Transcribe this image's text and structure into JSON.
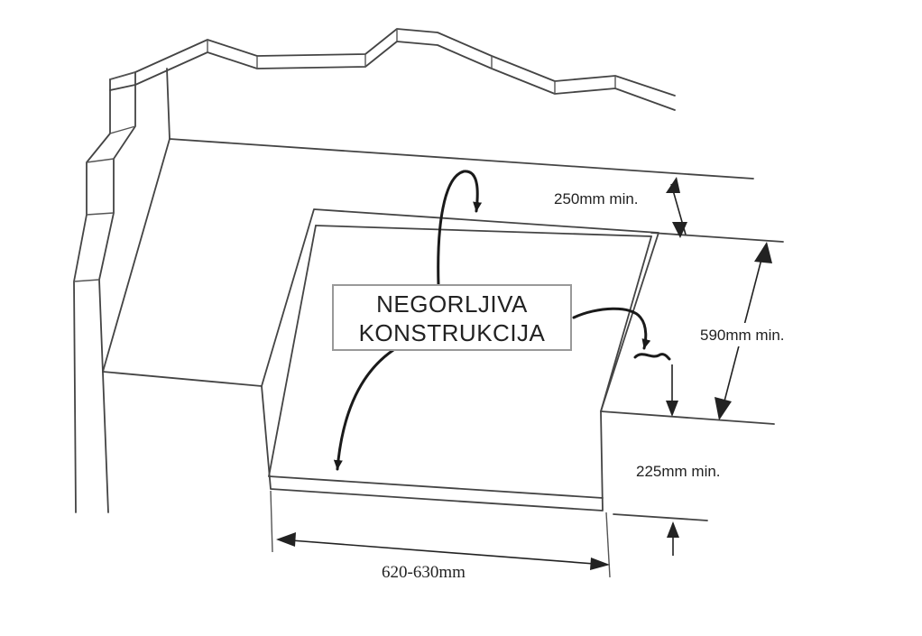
{
  "diagram": {
    "callout": {
      "line1": "NEGORLJIVA",
      "line2": "KONSTRUKCIJA"
    },
    "dimensions": {
      "back_clearance": "250mm min.",
      "depth": "590mm min.",
      "front_clearance": "225mm min.",
      "width": "620-630mm"
    }
  }
}
